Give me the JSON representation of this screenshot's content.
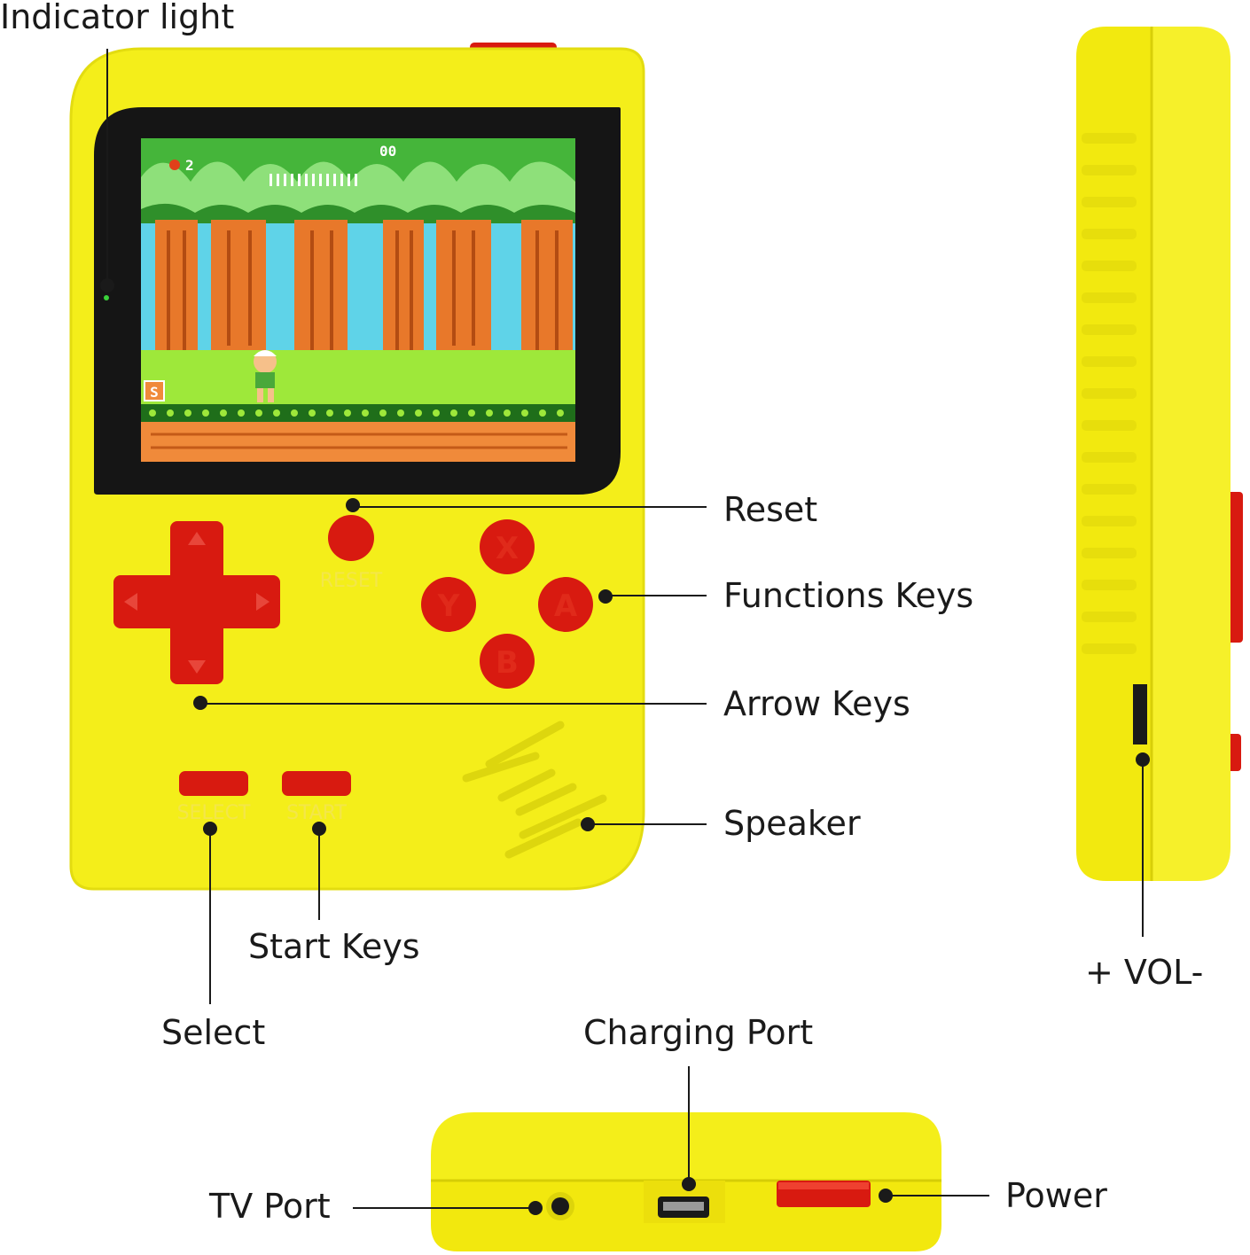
{
  "colors": {
    "body_yellow": "#f4ee1a",
    "body_shadow": "#e0d90c",
    "button_red": "#d81a10",
    "screen_bezel": "#151515",
    "leader_line": "#1a1a1a"
  },
  "screen": {
    "score_lives": "2",
    "score_counter": "00"
  },
  "device_text": {
    "reset_text": "RESET",
    "select_text": "SELECT",
    "start_text": "START",
    "x_letter": "X",
    "y_letter": "Y",
    "a_letter": "A",
    "b_letter": "B",
    "sign_letter": "S"
  },
  "callouts": {
    "indicator_light": "Indicator light",
    "reset": "Reset",
    "functions_keys": "Functions Keys",
    "arrow_keys": "Arrow Keys",
    "speaker": "Speaker",
    "start_keys": "Start Keys",
    "select": "Select",
    "volume": "+ VOL-",
    "charging_port": "Charging Port",
    "tv_port": "TV Port",
    "power": "Power"
  }
}
